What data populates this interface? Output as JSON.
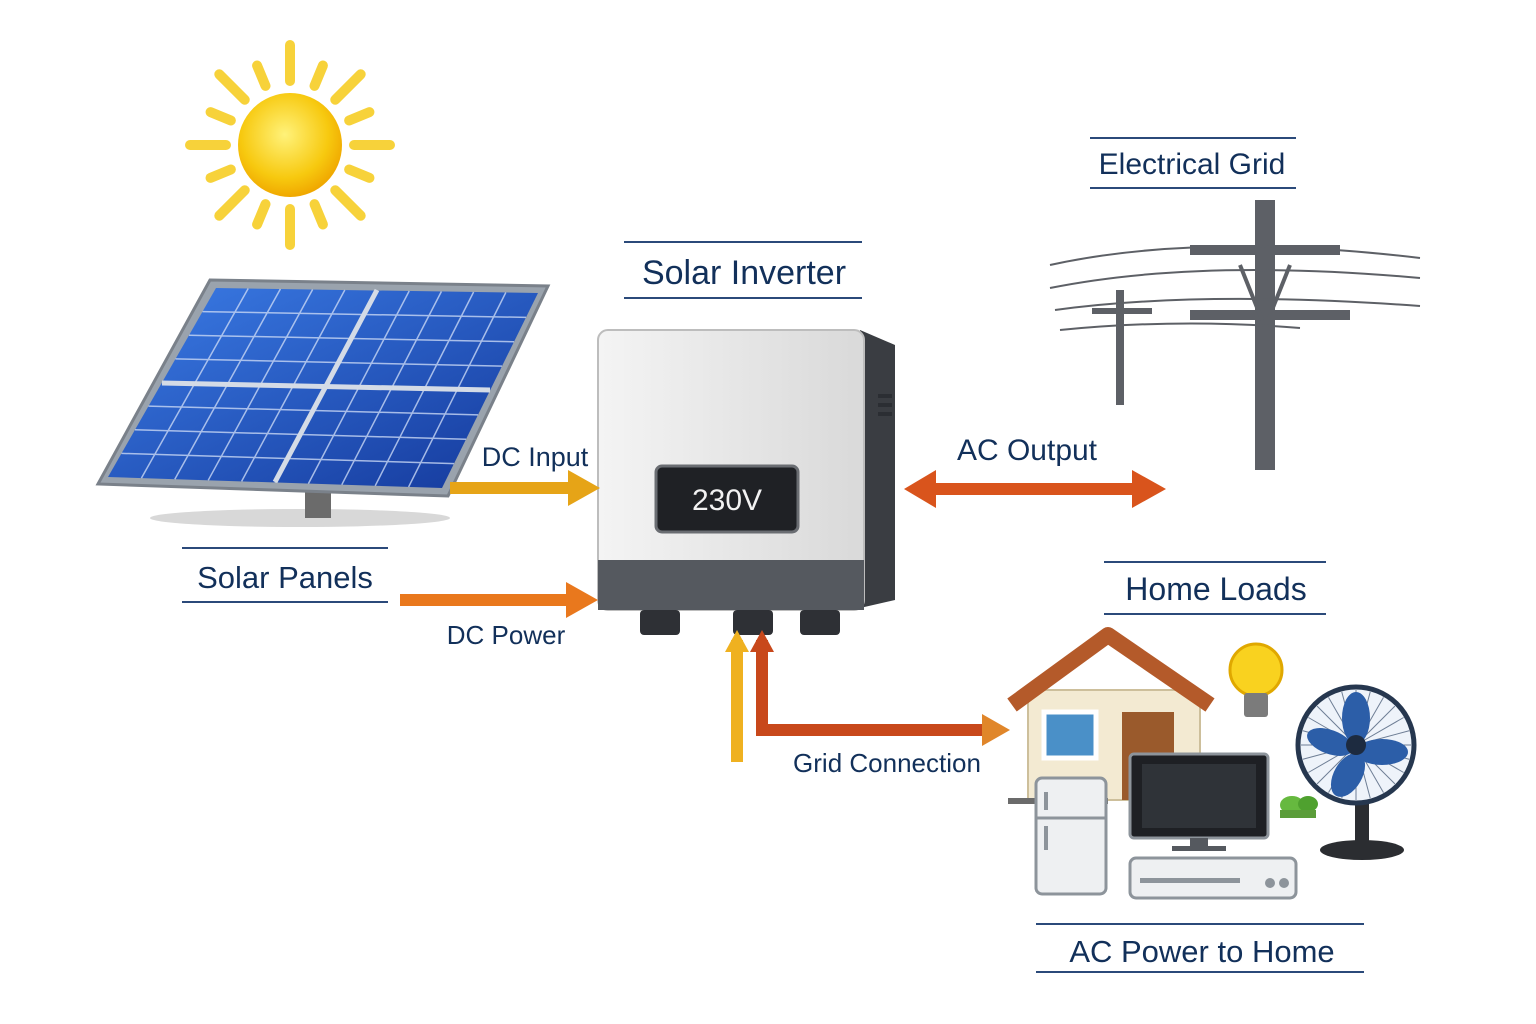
{
  "labels": {
    "solar_panels": "Solar Panels",
    "solar_inverter": "Solar Inverter",
    "electrical_grid": "Electrical Grid",
    "home_loads": "Home Loads",
    "ac_power_to_home": "AC Power to Home",
    "dc_input": "DC Input",
    "dc_power": "DC Power",
    "ac_output": "AC Output",
    "grid_connection": "Grid Connection"
  },
  "inverter": {
    "display_value": "230V"
  },
  "colors": {
    "label_text": "#12305a",
    "underline": "#2b4a7a",
    "dc_arrow": "#e6a417",
    "dc_power_arrow": "#e9781d",
    "ac_arrow": "#d9541c",
    "grid_line_orange": "#e0862a",
    "grid_line_red": "#c8481b",
    "panel_blue": "#1f4fb0",
    "sun": "#f7c90f"
  },
  "icons": [
    "sun-icon",
    "solar-panel-icon",
    "inverter-icon",
    "power-pole-icon",
    "house-icon",
    "light-bulb-icon",
    "fan-icon",
    "fridge-icon",
    "monitor-icon",
    "air-conditioner-icon",
    "plant-icon"
  ]
}
